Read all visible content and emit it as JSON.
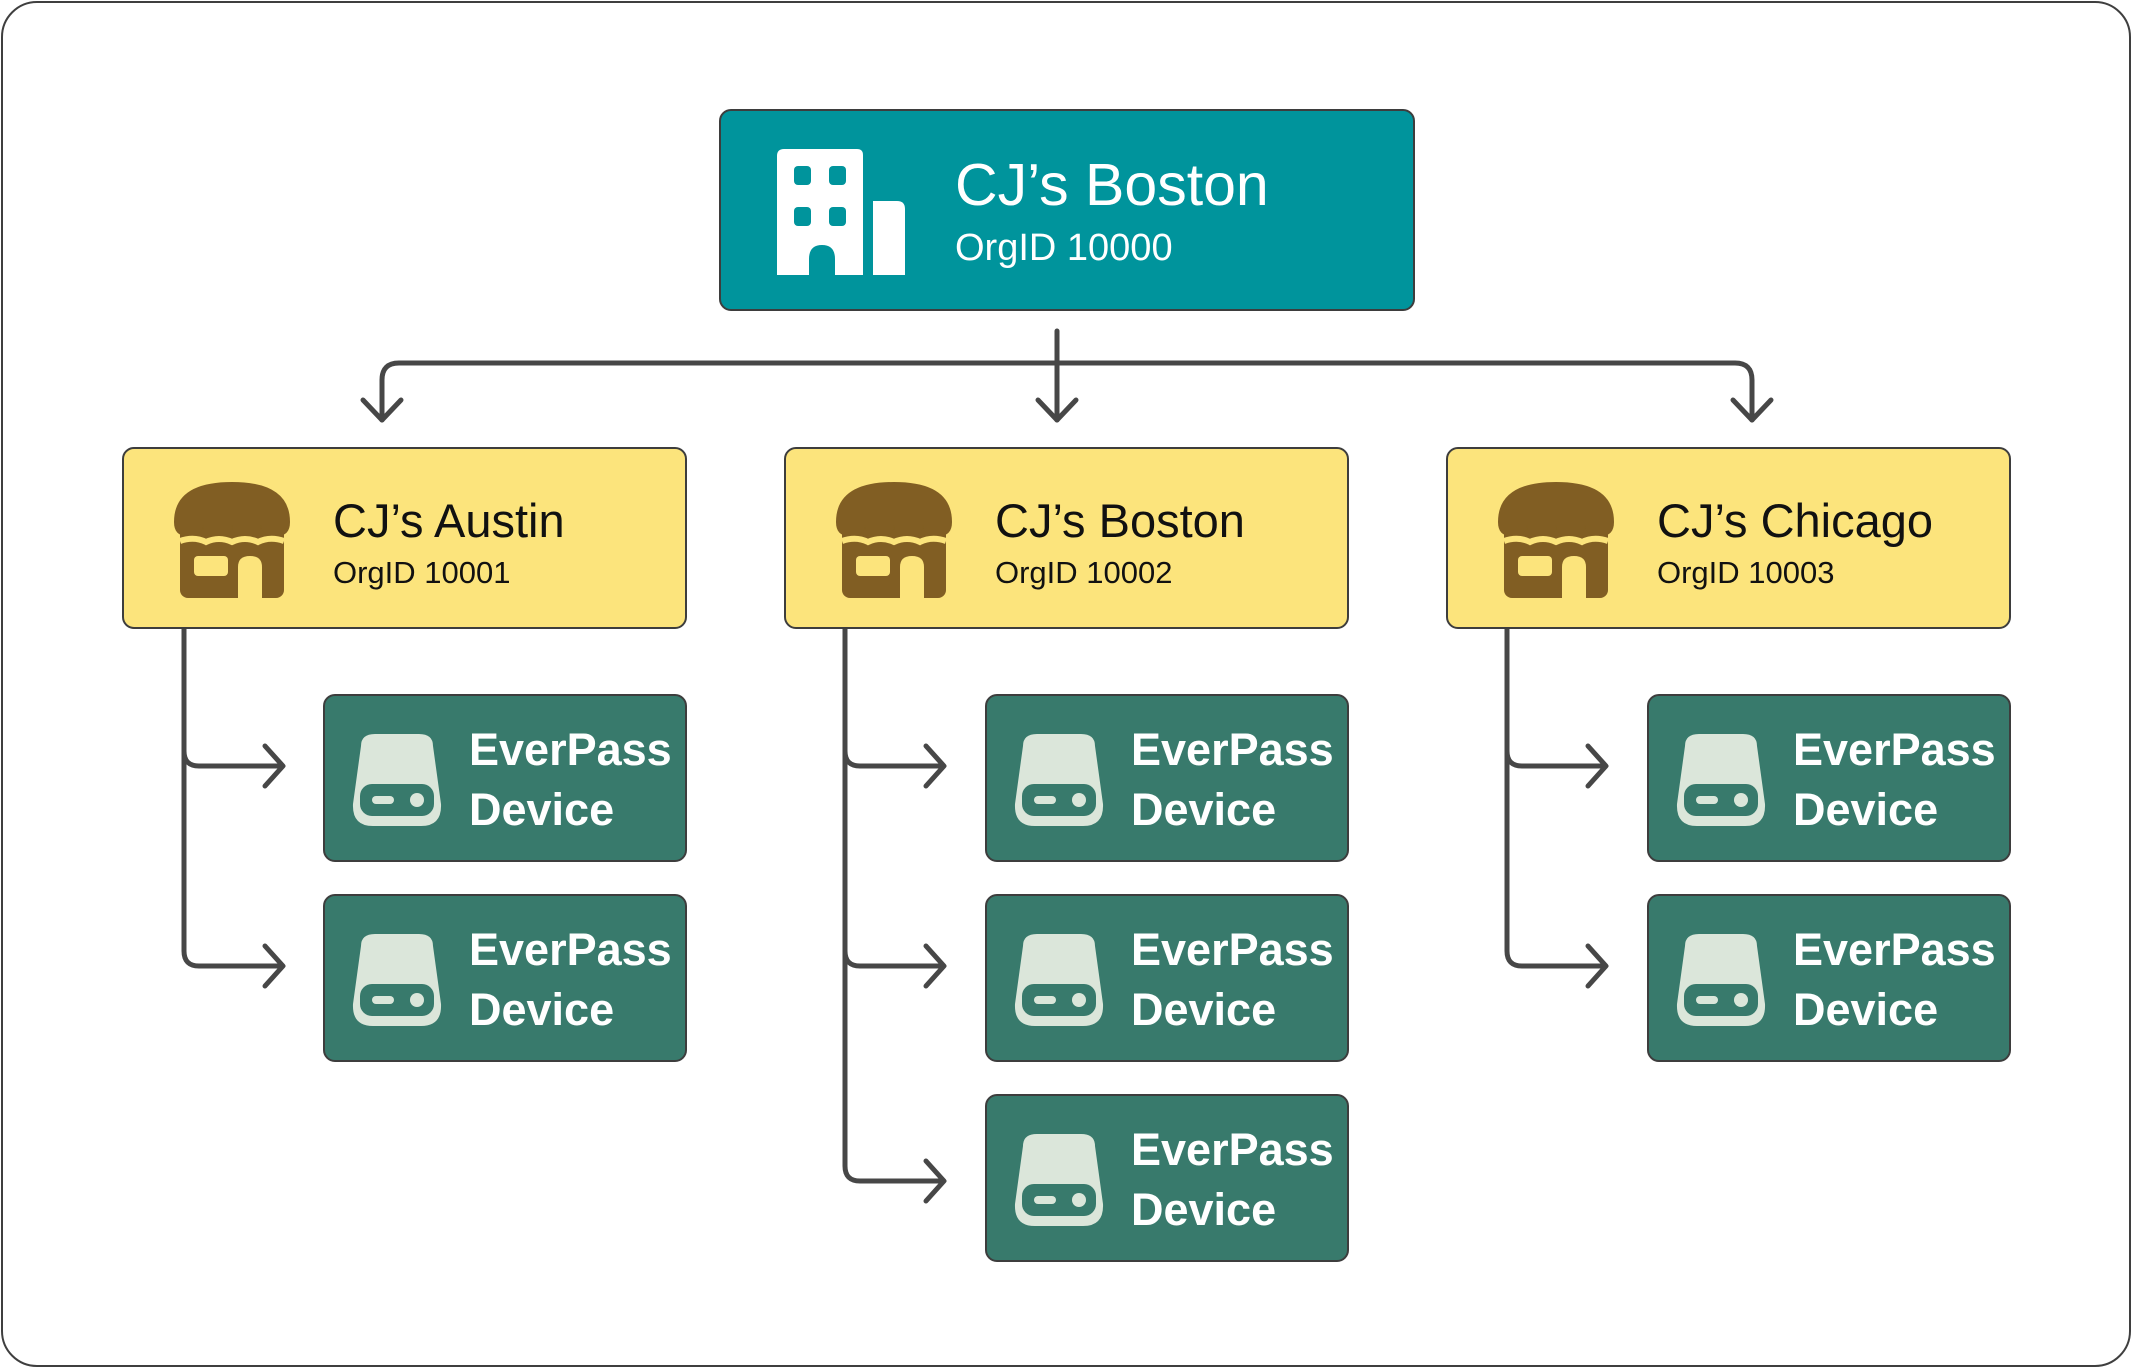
{
  "colors": {
    "org": "#00949c",
    "location": "#fce47c",
    "location_icon": "#815e23",
    "device": "#387a6c",
    "device_icon": "#dbe6da",
    "connector": "#474747"
  },
  "org": {
    "name": "CJ’s Boston",
    "org_id": "OrgID 10000",
    "icon": "building-icon"
  },
  "locations": [
    {
      "name": "CJ’s Austin",
      "org_id": "OrgID 10001",
      "icon": "storefront-icon",
      "devices": [
        {
          "line1": "EverPass",
          "line2": "Device",
          "icon": "device-icon"
        },
        {
          "line1": "EverPass",
          "line2": "Device",
          "icon": "device-icon"
        }
      ]
    },
    {
      "name": "CJ’s Boston",
      "org_id": "OrgID 10002",
      "icon": "storefront-icon",
      "devices": [
        {
          "line1": "EverPass",
          "line2": "Device",
          "icon": "device-icon"
        },
        {
          "line1": "EverPass",
          "line2": "Device",
          "icon": "device-icon"
        },
        {
          "line1": "EverPass",
          "line2": "Device",
          "icon": "device-icon"
        }
      ]
    },
    {
      "name": "CJ’s Chicago",
      "org_id": "OrgID 10003",
      "icon": "storefront-icon",
      "devices": [
        {
          "line1": "EverPass",
          "line2": "Device",
          "icon": "device-icon"
        },
        {
          "line1": "EverPass",
          "line2": "Device",
          "icon": "device-icon"
        }
      ]
    }
  ]
}
